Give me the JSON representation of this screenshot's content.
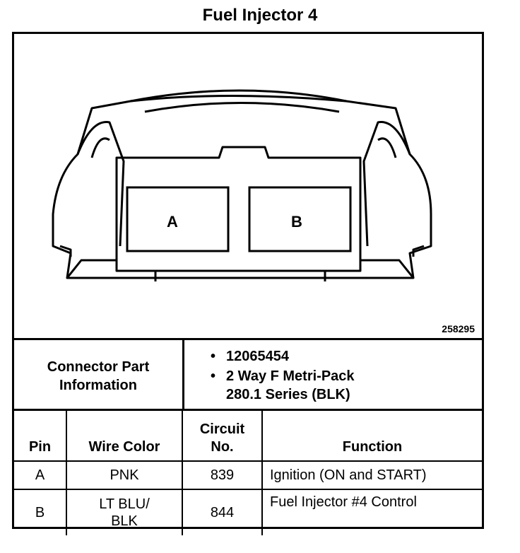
{
  "title": "Fuel Injector 4",
  "diagram": {
    "cavity_a": "A",
    "cavity_b": "B",
    "reference_number": "258295"
  },
  "part_info": {
    "label": "Connector Part\nInformation",
    "items": [
      {
        "line1": "12065454",
        "line2": ""
      },
      {
        "line1": "2 Way F Metri-Pack",
        "line2": "280.1 Series (BLK)"
      }
    ]
  },
  "table": {
    "headers": {
      "pin": "Pin",
      "wire_color": "Wire Color",
      "circuit_no": "Circuit\nNo.",
      "function": "Function"
    },
    "rows": [
      {
        "pin": "A",
        "wire_color": "PNK",
        "circuit": "839",
        "function": "Ignition (ON and START)"
      },
      {
        "pin": "B",
        "wire_color": "LT BLU/\nBLK",
        "circuit": "844",
        "function": "Fuel Injector #4 Control"
      }
    ]
  }
}
